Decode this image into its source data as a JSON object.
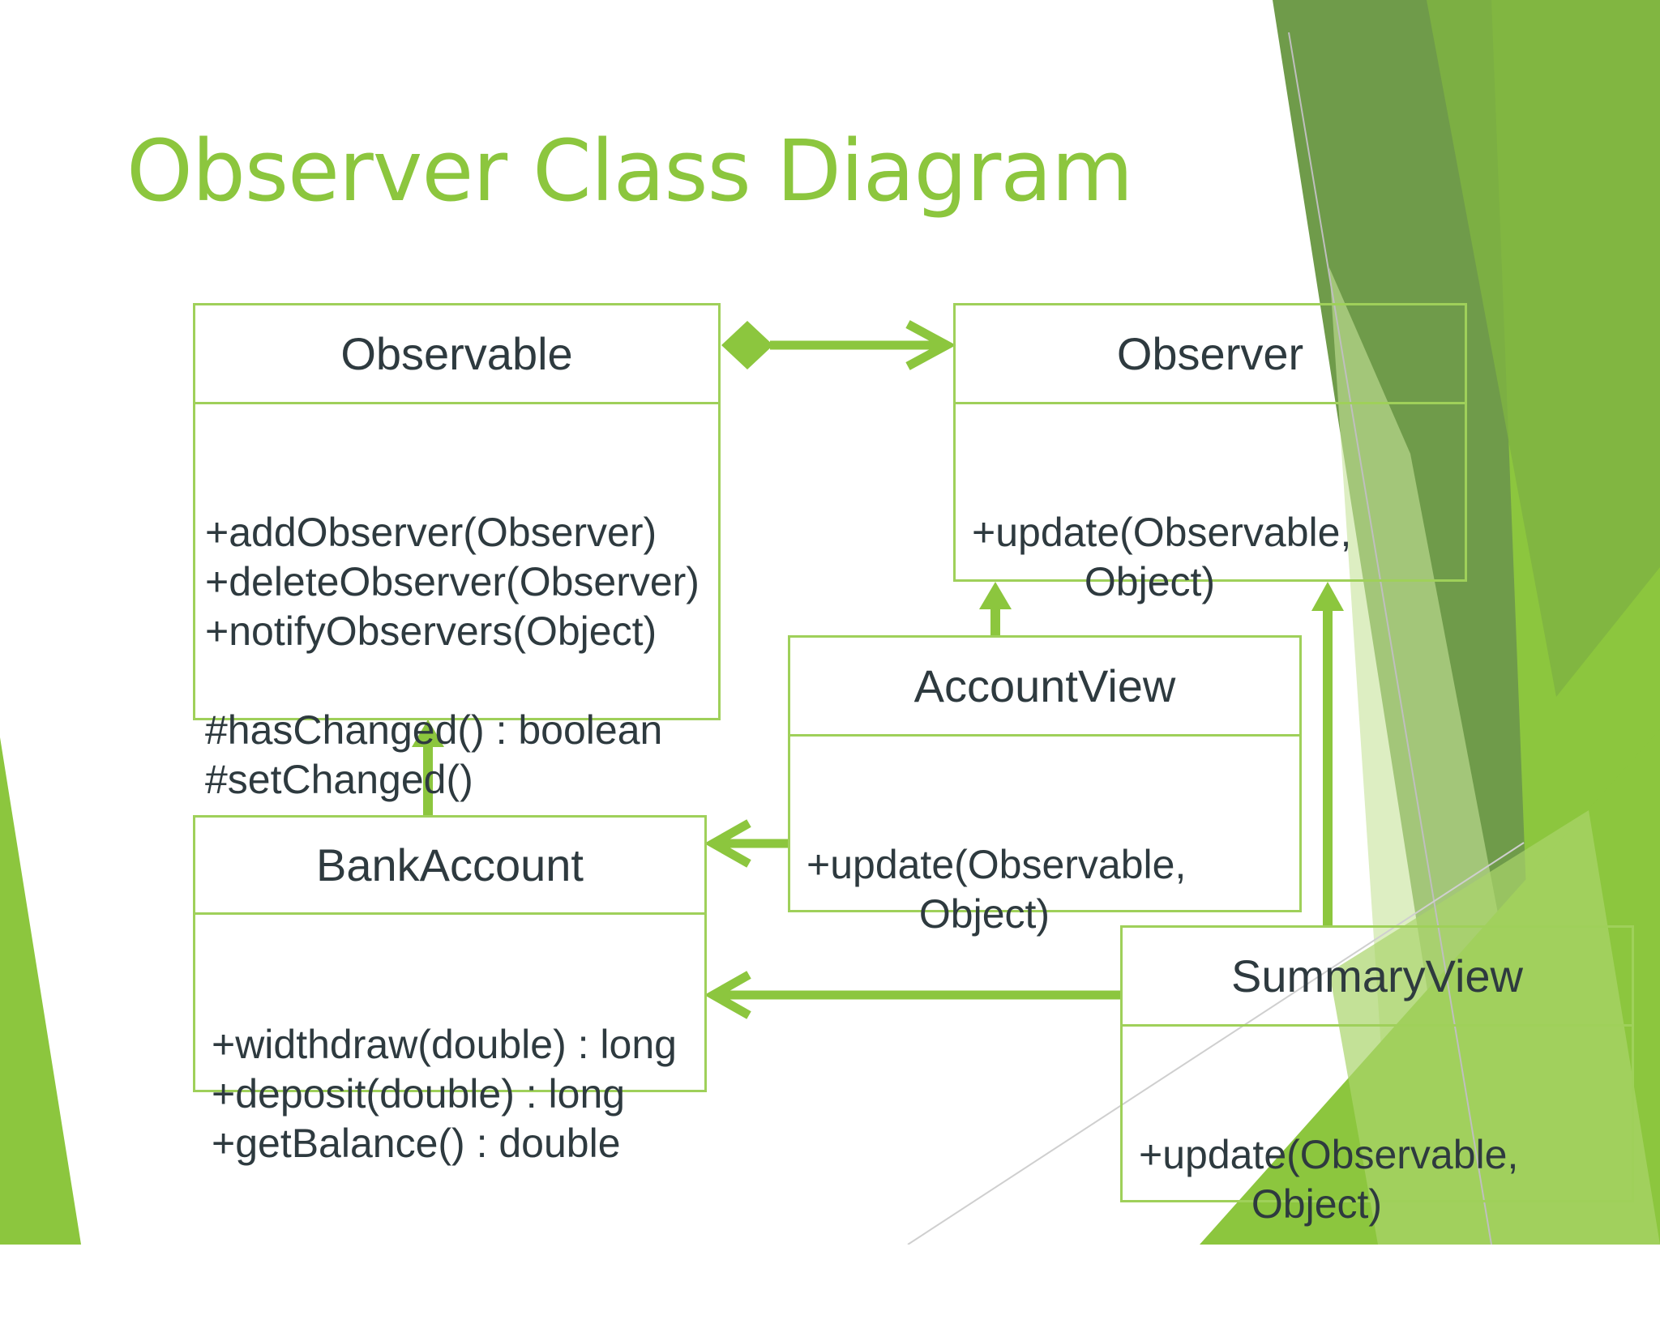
{
  "slide": {
    "title": "Observer Class Diagram",
    "accent_color": "#8cc63e",
    "dark_green": "#5c8f2e",
    "light_green": "#c6e39a"
  },
  "classes": {
    "observable": {
      "name": "Observable",
      "methods": [
        "+addObserver(Observer)",
        "+deleteObserver(Observer)",
        "+notifyObservers(Object)",
        "",
        "#hasChanged() : boolean",
        "#setChanged()"
      ]
    },
    "observer": {
      "name": "Observer",
      "methods": [
        "+update(Observable,",
        "          Object)"
      ]
    },
    "account_view": {
      "name": "AccountView",
      "methods": [
        "+update(Observable,",
        "          Object)"
      ]
    },
    "bank_account": {
      "name": "BankAccount",
      "methods": [
        "+widthdraw(double) : long",
        "+deposit(double) : long",
        "+getBalance() : double"
      ]
    },
    "summary_view": {
      "name": "SummaryView",
      "methods": [
        "+update(Observable,",
        "          Object)"
      ]
    }
  },
  "relationships": [
    {
      "type": "composition",
      "from": "Observable",
      "to": "Observer"
    },
    {
      "type": "inheritance",
      "from": "BankAccount",
      "to": "Observable"
    },
    {
      "type": "inheritance",
      "from": "AccountView",
      "to": "Observer"
    },
    {
      "type": "inheritance",
      "from": "SummaryView",
      "to": "Observer"
    },
    {
      "type": "association",
      "from": "AccountView",
      "to": "BankAccount"
    },
    {
      "type": "association",
      "from": "SummaryView",
      "to": "BankAccount"
    }
  ]
}
